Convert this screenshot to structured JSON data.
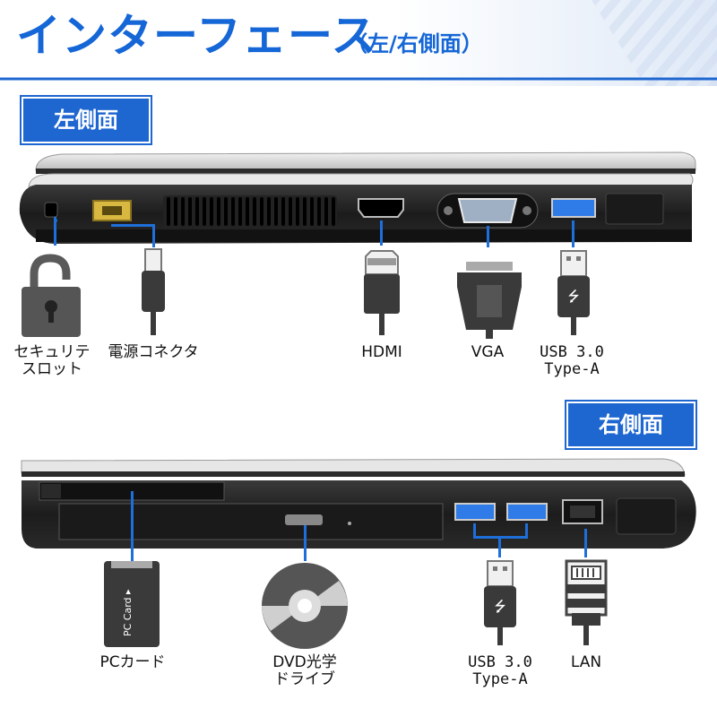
{
  "header": {
    "title": "インターフェース",
    "subtitle": "（左/右側面）"
  },
  "left_side": {
    "label": "左側面",
    "ports": [
      {
        "caption": "セキュリテ\nスロット",
        "icon": "padlock-icon"
      },
      {
        "caption": "電源コネクタ",
        "icon": "power-plug-icon"
      },
      {
        "caption": "HDMI",
        "icon": "hdmi-plug-icon"
      },
      {
        "caption": "VGA",
        "icon": "vga-plug-icon"
      },
      {
        "caption": "USB 3.0\nType-A",
        "icon": "usb-plug-icon"
      }
    ]
  },
  "right_side": {
    "label": "右側面",
    "ports": [
      {
        "caption": "PCカード",
        "icon": "pc-card-icon"
      },
      {
        "caption": "DVD光学\nドライブ",
        "icon": "dvd-disc-icon"
      },
      {
        "caption": "USB 3.0\nType-A",
        "icon": "usb-plug-icon"
      },
      {
        "caption": "LAN",
        "icon": "lan-plug-icon"
      }
    ]
  },
  "pc_card_text": "PC Card ▸",
  "colors": {
    "accent": "#1e66d0",
    "title": "#1566d6",
    "pointer": "#1e6fd9",
    "usb_blue": "#2f7be8"
  }
}
